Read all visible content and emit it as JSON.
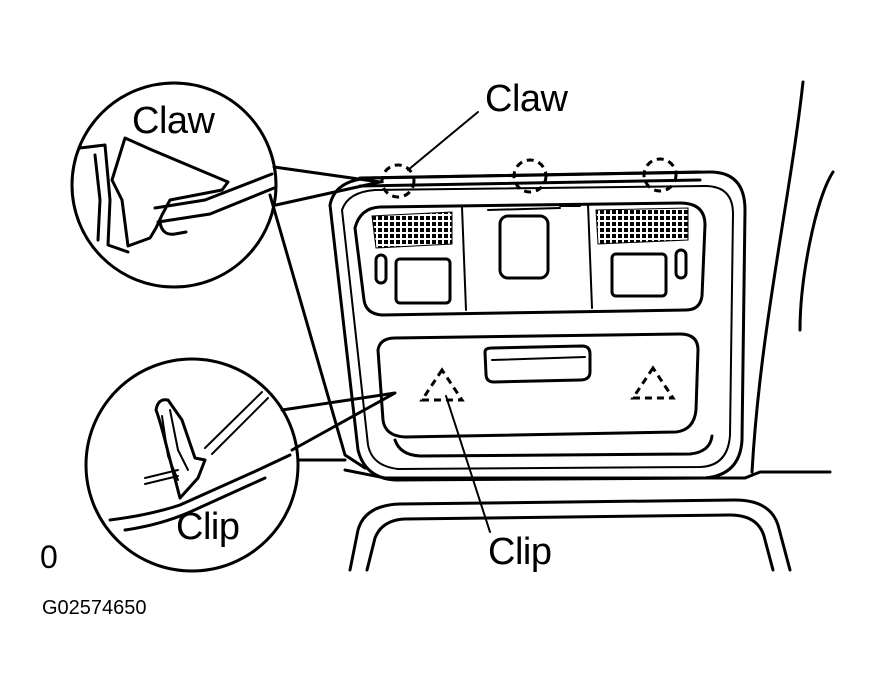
{
  "labels": {
    "claw_main": "Claw",
    "claw_inset": "Claw",
    "clip_inset": "Clip",
    "clip_main": "Clip",
    "corner_mark": "0",
    "figure_code": "G02574650"
  }
}
